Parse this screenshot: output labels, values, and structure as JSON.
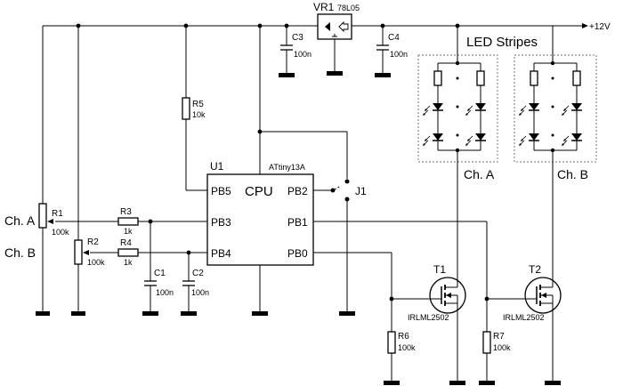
{
  "supply": {
    "label": "+12V"
  },
  "regulator": {
    "ref": "VR1",
    "part": "78L05"
  },
  "led_stripes": {
    "title": "LED Stripes"
  },
  "channels": {
    "a": "Ch. A",
    "b": "Ch. B"
  },
  "mcu": {
    "ref": "U1",
    "part": "ATtiny13A",
    "core": "CPU",
    "pins": {
      "pb5": "PB5",
      "pb3": "PB3",
      "pb4": "PB4",
      "pb2": "PB2",
      "pb1": "PB1",
      "pb0": "PB0"
    }
  },
  "jumper": {
    "ref": "J1"
  },
  "resistors": {
    "r1": {
      "ref": "R1",
      "value": "100k"
    },
    "r2": {
      "ref": "R2",
      "value": "100k"
    },
    "r3": {
      "ref": "R3",
      "value": "1k"
    },
    "r4": {
      "ref": "R4",
      "value": "1k"
    },
    "r5": {
      "ref": "R5",
      "value": "10k"
    },
    "r6": {
      "ref": "R6",
      "value": "100k"
    },
    "r7": {
      "ref": "R7",
      "value": "100k"
    }
  },
  "capacitors": {
    "c1": {
      "ref": "C1",
      "value": "100n"
    },
    "c2": {
      "ref": "C2",
      "value": "100n"
    },
    "c3": {
      "ref": "C3",
      "value": "100n"
    },
    "c4": {
      "ref": "C4",
      "value": "100n"
    }
  },
  "transistors": {
    "t1": {
      "ref": "T1",
      "part": "IRLML2502"
    },
    "t2": {
      "ref": "T2",
      "part": "IRLML2502"
    }
  }
}
